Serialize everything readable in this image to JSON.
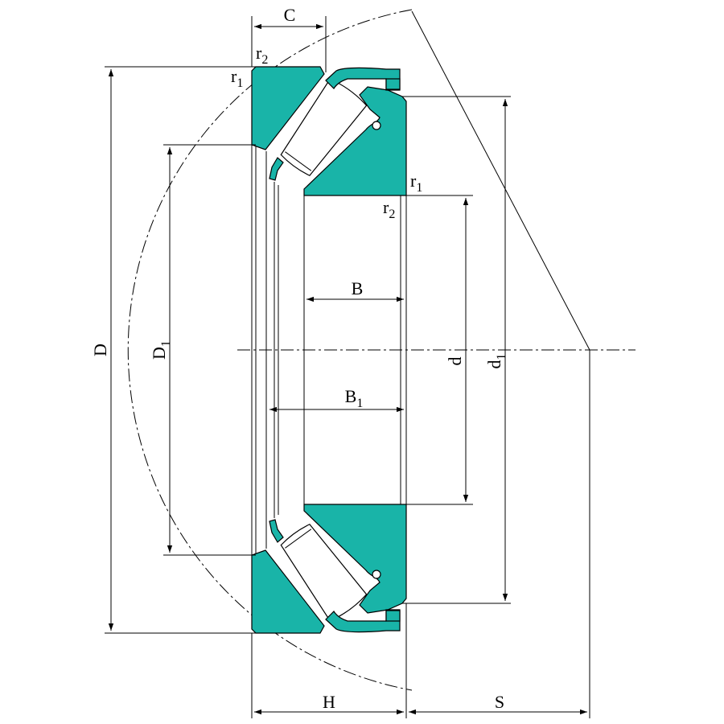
{
  "colors": {
    "ring_fill": "#19b4a8",
    "line": "#000000",
    "background": "#ffffff"
  },
  "labels": {
    "C": "C",
    "r2_top_left": {
      "main": "r",
      "sub": "2"
    },
    "r1_top_left": {
      "main": "r",
      "sub": "1"
    },
    "r1_right": {
      "main": "r",
      "sub": "1"
    },
    "r2_right": {
      "main": "r",
      "sub": "2"
    },
    "D": "D",
    "D1": {
      "main": "D",
      "sub": "1"
    },
    "B": "B",
    "B1": {
      "main": "B",
      "sub": "1"
    },
    "d": "d",
    "d1": {
      "main": "d",
      "sub": "1"
    },
    "H": "H",
    "S": "S"
  }
}
